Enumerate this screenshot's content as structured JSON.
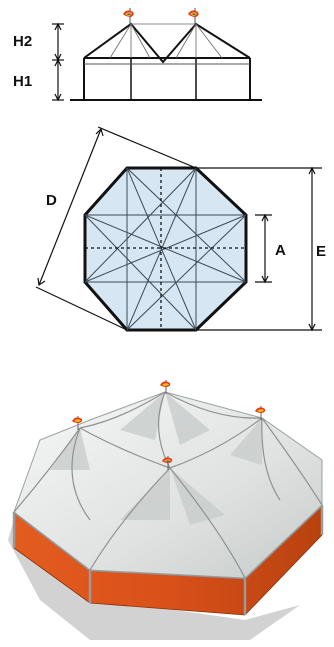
{
  "labels": {
    "h2": "H2",
    "h1": "H1",
    "d": "D",
    "a": "A",
    "e": "E"
  },
  "colors": {
    "outline": "#111111",
    "panel_fill": "#d6e6f2",
    "panel_line": "#8aa4b8",
    "roof": "#e9ebea",
    "roof_shadow": "#bfc3c2",
    "wall": "#e2571a",
    "wall_dark": "#b8420f",
    "ground_shadow": "#d4d4d4",
    "flag_red": "#e53a1a",
    "flag_yellow": "#f6c01a",
    "flag_blue": "#2d58a8"
  },
  "icons": [
    "flag-icon"
  ]
}
